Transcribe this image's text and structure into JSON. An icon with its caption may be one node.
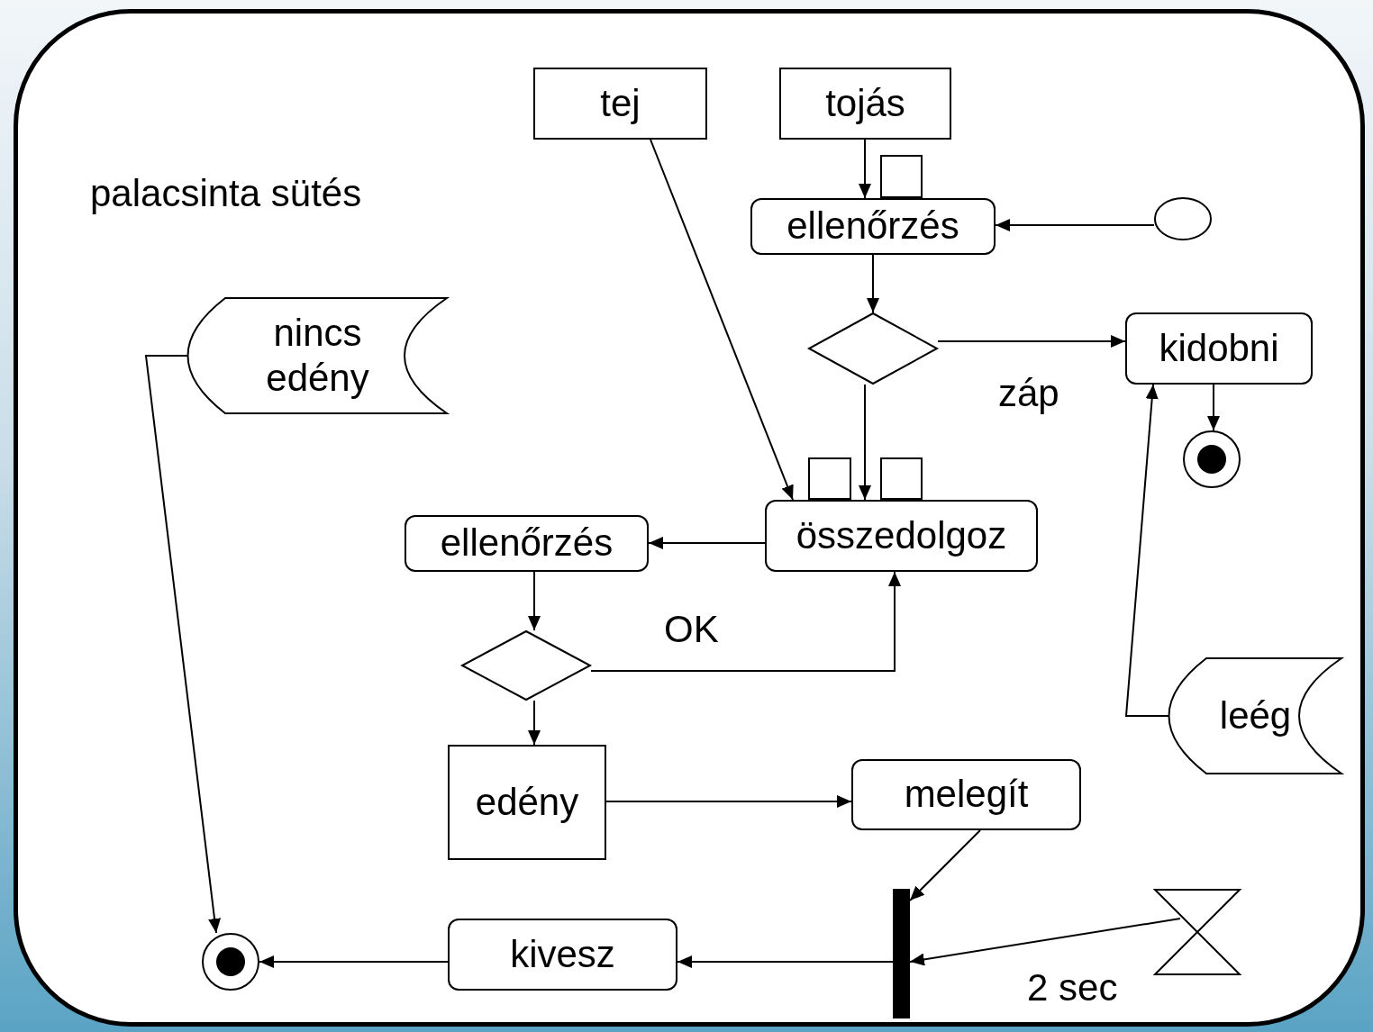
{
  "diagram": {
    "nodes": [
      {
        "text": [
          "palacsinta sütés"
        ]
      },
      {
        "text": [
          "tej"
        ],
        "in": 0
      },
      {
        "text": [
          "tojás"
        ],
        "in": 0
      },
      {
        "text": [],
        "shape": "box",
        "in": 0
      },
      {
        "text": [
          "ellenőrzés"
        ],
        "in": 0
      },
      {
        "text": [],
        "shape": "ellipse",
        "in": 0
      },
      {
        "text": [],
        "shape": "diamond",
        "in": 0
      },
      {
        "text": [
          "kidobni"
        ],
        "in": 0
      },
      {
        "text": [],
        "shape": "circle",
        "in": 0
      },
      {
        "text": [
          "nincs edény"
        ],
        "in": 0
      },
      {
        "text": [],
        "shape": "box",
        "in": 0
      },
      {
        "text": [],
        "shape": "box",
        "in": 0
      },
      {
        "text": [
          "összedolgoz"
        ],
        "in": 0
      },
      {
        "text": [
          "ellenőrzés"
        ],
        "in": 0
      },
      {
        "text": [],
        "shape": "diamond",
        "in": 0
      },
      {
        "text": [
          "edény"
        ],
        "in": 0
      },
      {
        "text": [
          "melegít"
        ],
        "in": 0
      },
      {
        "text": [
          "leég"
        ],
        "in": 0
      },
      {
        "text": [],
        "shape": "bar",
        "in": 0
      },
      {
        "text": [],
        "shape": "hourglass",
        "in": 0,
        "beside": [
          "2 sec"
        ]
      },
      {
        "text": [
          "kivesz"
        ],
        "in": 0
      },
      {
        "text": [],
        "shape": "circle",
        "in": 0
      }
    ],
    "edges": [
      {
        "from": 2,
        "to": 4,
        "arrow": "to"
      },
      {
        "from": 5,
        "to": 4,
        "arrow": "to"
      },
      {
        "from": 4,
        "to": 6,
        "arrow": "to"
      },
      {
        "from": 6,
        "to": 7,
        "arrow": "to",
        "label": "záp"
      },
      {
        "from": 7,
        "to": 8,
        "arrow": "to"
      },
      {
        "from": 6,
        "to": 12,
        "arrow": "to"
      },
      {
        "from": 1,
        "to": 12,
        "arrow": "to"
      },
      {
        "from": 12,
        "to": 13,
        "arrow": "to"
      },
      {
        "from": 13,
        "to": 14,
        "arrow": "to"
      },
      {
        "from": 14,
        "to": 12,
        "arrow": "to",
        "label": "OK"
      },
      {
        "from": 14,
        "to": 15,
        "arrow": "to"
      },
      {
        "from": 15,
        "to": 16,
        "arrow": "to"
      },
      {
        "from": 16,
        "to": 18,
        "arrow": "to"
      },
      {
        "from": 19,
        "to": 18,
        "arrow": "to"
      },
      {
        "from": 18,
        "to": 20,
        "arrow": "to"
      },
      {
        "from": 20,
        "to": 21,
        "arrow": "to"
      },
      {
        "from": 9,
        "to": 21,
        "arrow": "to"
      },
      {
        "from": 17,
        "to": 7,
        "arrow": "to"
      }
    ]
  }
}
